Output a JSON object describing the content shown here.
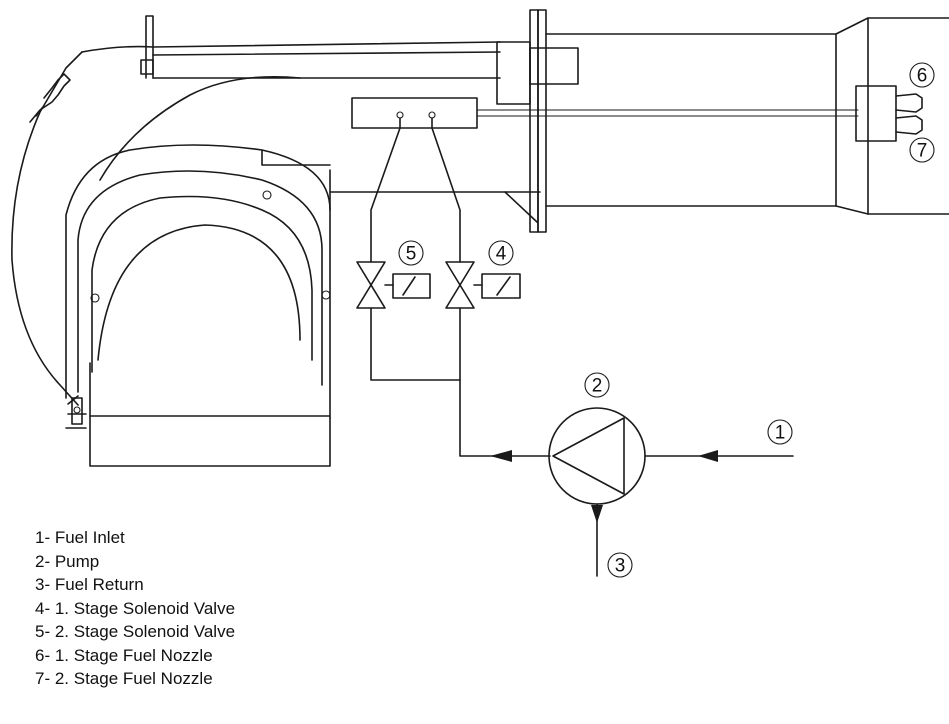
{
  "callouts": [
    "1",
    "2",
    "3",
    "4",
    "5",
    "6",
    "7"
  ],
  "legend": [
    "1- Fuel Inlet",
    "2- Pump",
    "3- Fuel Return",
    "4- 1. Stage Solenoid Valve",
    "5- 2. Stage Solenoid Valve",
    "6- 1. Stage Fuel Nozzle",
    "7- 2. Stage Fuel Nozzle"
  ]
}
